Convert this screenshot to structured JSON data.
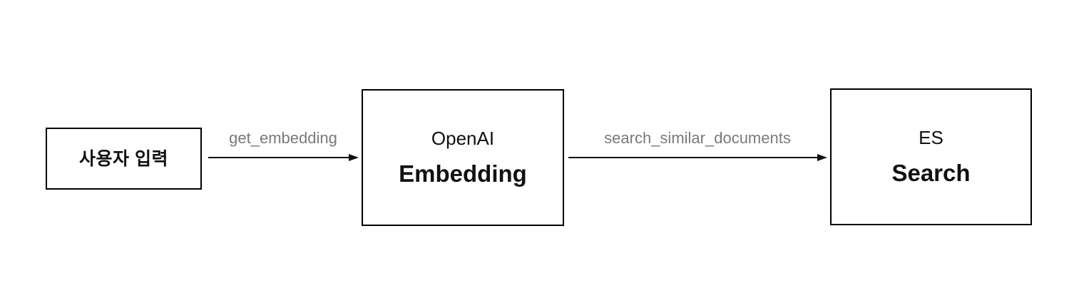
{
  "diagram": {
    "nodes": {
      "user_input": {
        "label": "사용자 입력"
      },
      "embedding": {
        "line1": "OpenAI",
        "line2": "Embedding"
      },
      "search": {
        "line1": "ES",
        "line2": "Search"
      }
    },
    "edges": {
      "get_embedding": {
        "label": "get_embedding"
      },
      "search_similar": {
        "label": "search_similar_documents"
      }
    },
    "colors": {
      "background": "#ffffff",
      "node_border": "#000000",
      "node_text": "#111111",
      "arrow": "#111111",
      "edge_label": "#7a7a7a"
    }
  }
}
